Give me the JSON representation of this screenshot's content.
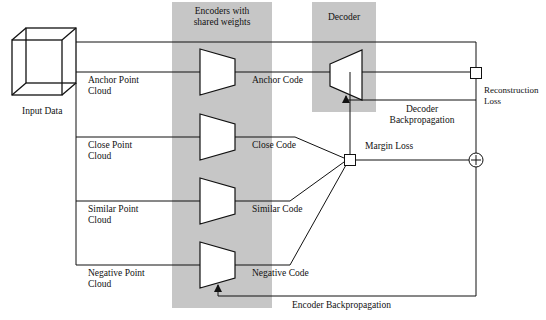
{
  "diagram": {
    "nodes": [
      {
        "text": [
          "Encoders with shared weights"
        ]
      },
      {
        "text": [
          "Decoder"
        ]
      },
      {
        "text": [
          "Reconstruction Loss"
        ]
      },
      {
        "text": [
          "Margin Loss"
        ]
      }
    ],
    "labels": [
      "Input Data",
      "Anchor Point Cloud",
      "Anchor Code",
      "Close Point Cloud",
      "Close Code",
      "Similar Point Cloud",
      "Similar Code",
      "Negative Point Cloud",
      "Negative Code",
      "Decoder Backpropagation",
      "Encoder Backpropagation"
    ]
  }
}
